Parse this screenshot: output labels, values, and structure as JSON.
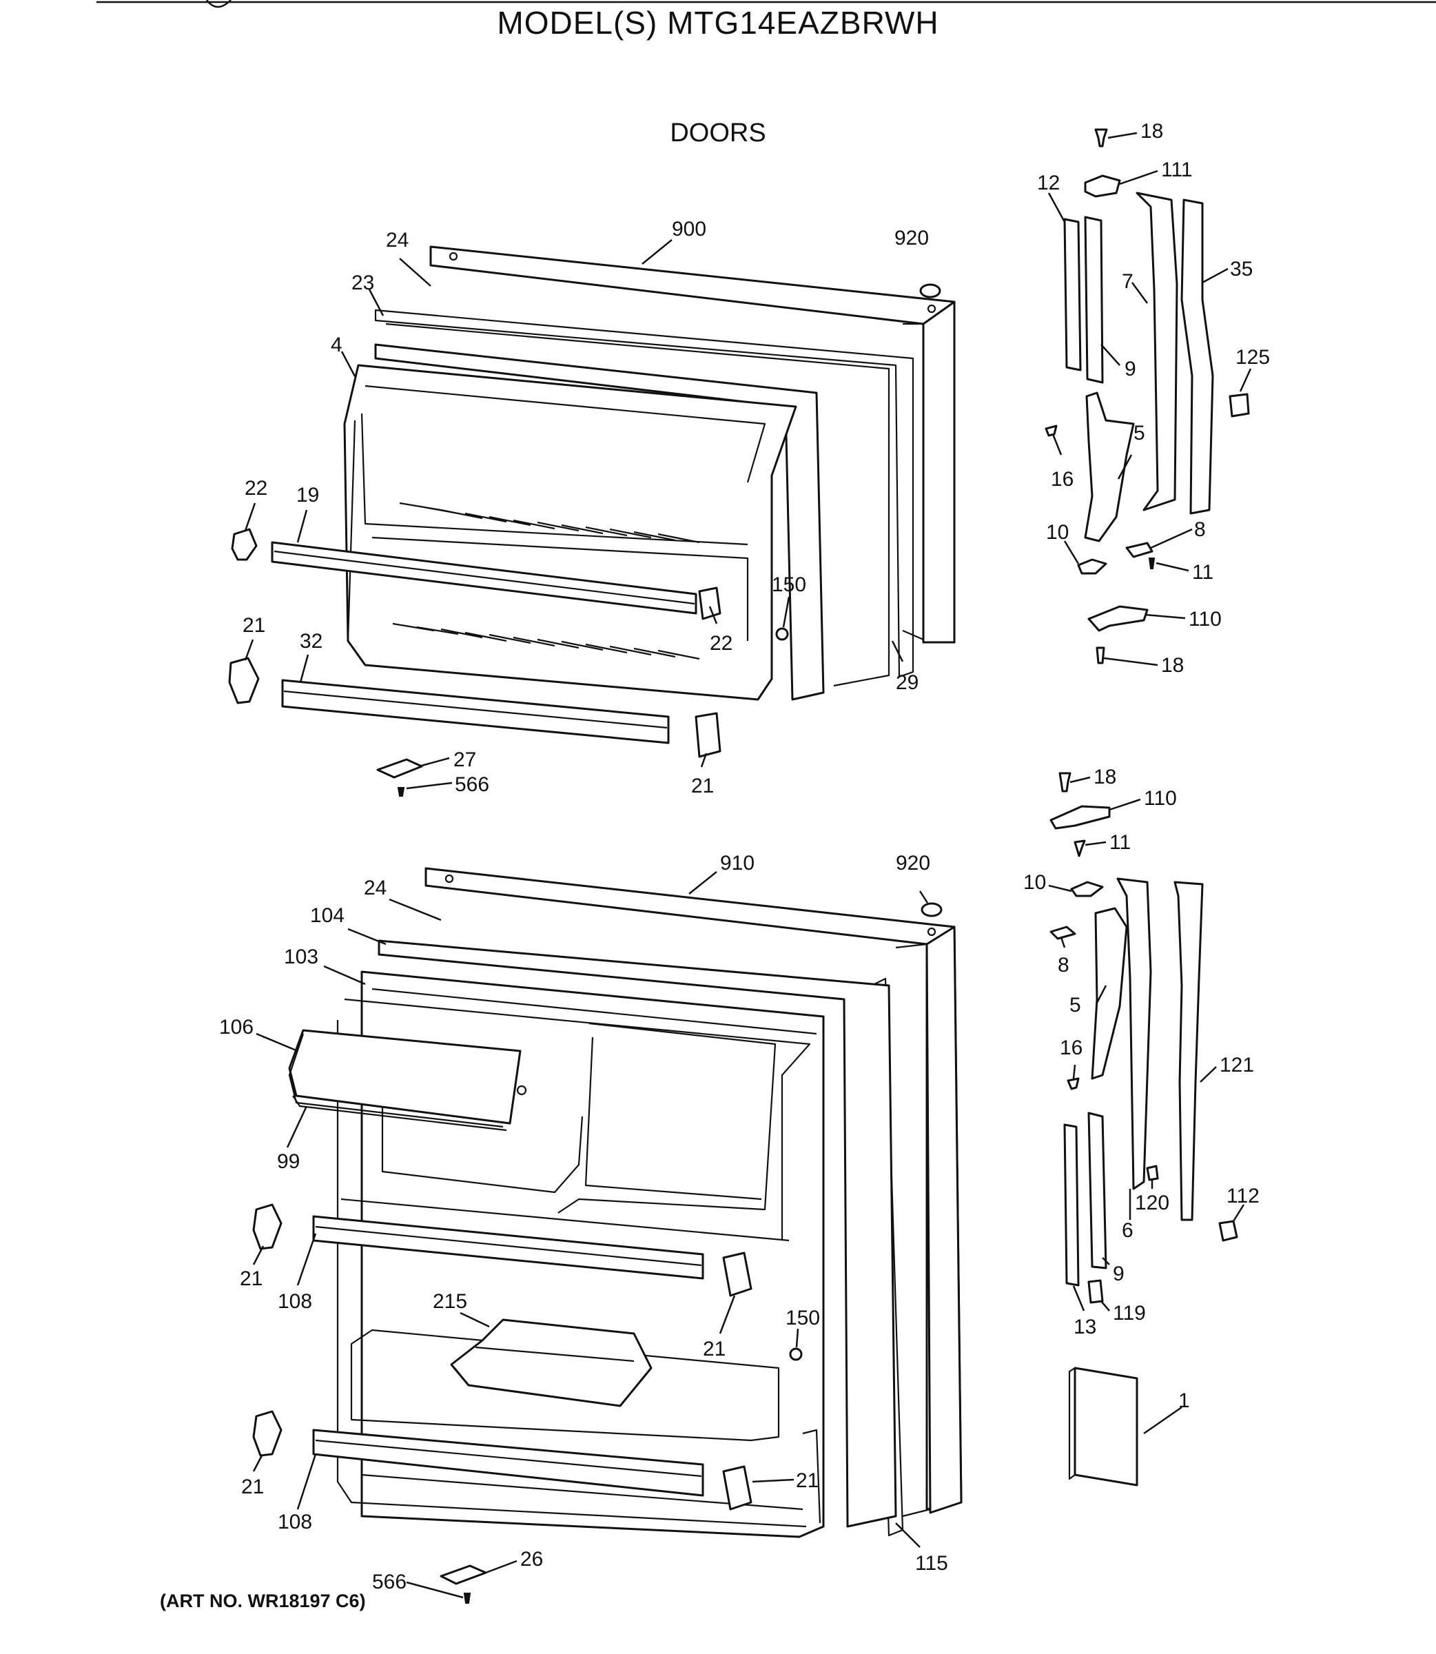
{
  "header": {
    "model_line": "MODEL(S) MTG14EAZBRWH",
    "section_title": "DOORS",
    "art_number": "(ART NO. WR18197 C6)"
  },
  "callouts": {
    "top_door": {
      "c900": "900",
      "c920": "920",
      "c24": "24",
      "c23": "23",
      "c4": "4",
      "c22a": "22",
      "c19": "19",
      "c22b": "22",
      "c150": "150",
      "c29": "29",
      "c21a": "21",
      "c32": "32",
      "c21b": "21",
      "c27": "27",
      "c566": "566"
    },
    "bottom_door": {
      "c910": "910",
      "c920": "920",
      "c24": "24",
      "c104": "104",
      "c103": "103",
      "c106": "106",
      "c99": "99",
      "c21a": "21",
      "c108a": "108",
      "c215": "215",
      "c21b": "21",
      "c150": "150",
      "c21c": "21",
      "c108b": "108",
      "c21d": "21",
      "c115": "115",
      "c26": "26",
      "c566": "566"
    },
    "top_hinge": {
      "c18a": "18",
      "c111": "111",
      "c12": "12",
      "c9": "9",
      "c7": "7",
      "c35": "35",
      "c125": "125",
      "c16": "16",
      "c5": "5",
      "c10": "10",
      "c8": "8",
      "c11": "11",
      "c110": "110",
      "c18b": "18"
    },
    "bottom_hinge": {
      "c18": "18",
      "c110": "110",
      "c11": "11",
      "c10": "10",
      "c8": "8",
      "c5": "5",
      "c16": "16",
      "c121": "121",
      "c120": "120",
      "c6": "6",
      "c112": "112",
      "c9": "9",
      "c13": "13",
      "c119": "119",
      "c1": "1"
    }
  }
}
